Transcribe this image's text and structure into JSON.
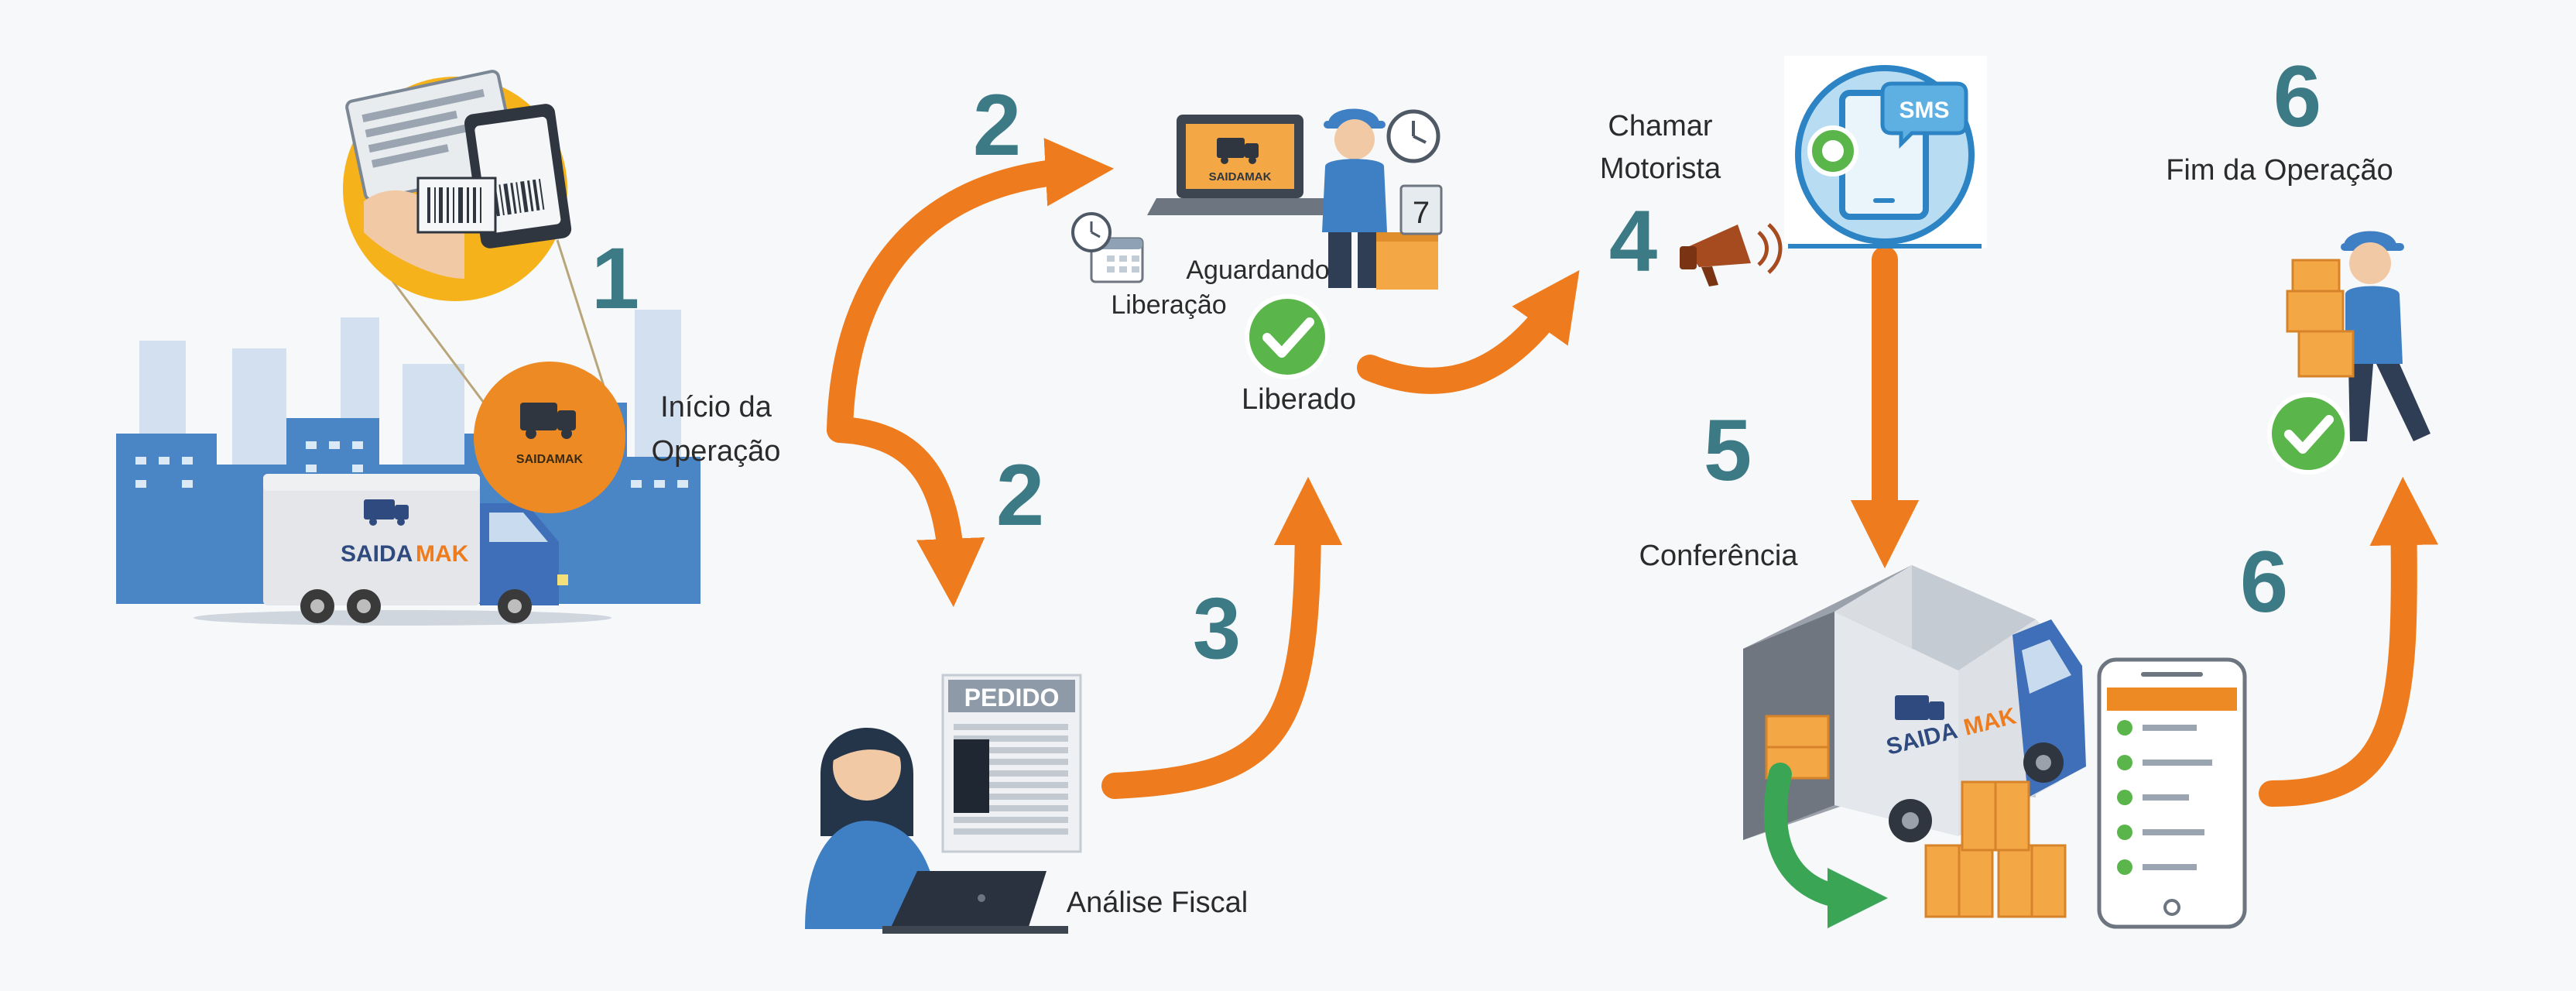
{
  "brand": {
    "part1": "SAIDA",
    "part2": "MAK",
    "logo_text": "SAIDAMAK"
  },
  "colors": {
    "arrow": "#ee7c1e",
    "number": "#3c7a86",
    "text": "#2b2b2b",
    "city": "#4a86c5",
    "check": "#5ab64a",
    "uniform": "#3f7fc4",
    "box": "#f3a845"
  },
  "steps": {
    "s1": {
      "number": "1",
      "label_line1": "Início da",
      "label_line2": "Operação"
    },
    "s2_top": {
      "number": "2",
      "label_line1": "Aguardando",
      "label_line2": "Liberação"
    },
    "s2_bottom": {
      "number": "2"
    },
    "liberado": {
      "label": "Liberado"
    },
    "s3": {
      "number": "3",
      "label": "Análise Fiscal",
      "doc_title": "PEDIDO"
    },
    "s4": {
      "number": "4",
      "label_line1": "Chamar",
      "label_line2": "Motorista",
      "sms": "SMS"
    },
    "s5": {
      "number": "5",
      "label": "Conferência"
    },
    "s6_top": {
      "number": "6",
      "label": "Fim da Operação"
    },
    "s6_bottom": {
      "number": "6"
    }
  }
}
